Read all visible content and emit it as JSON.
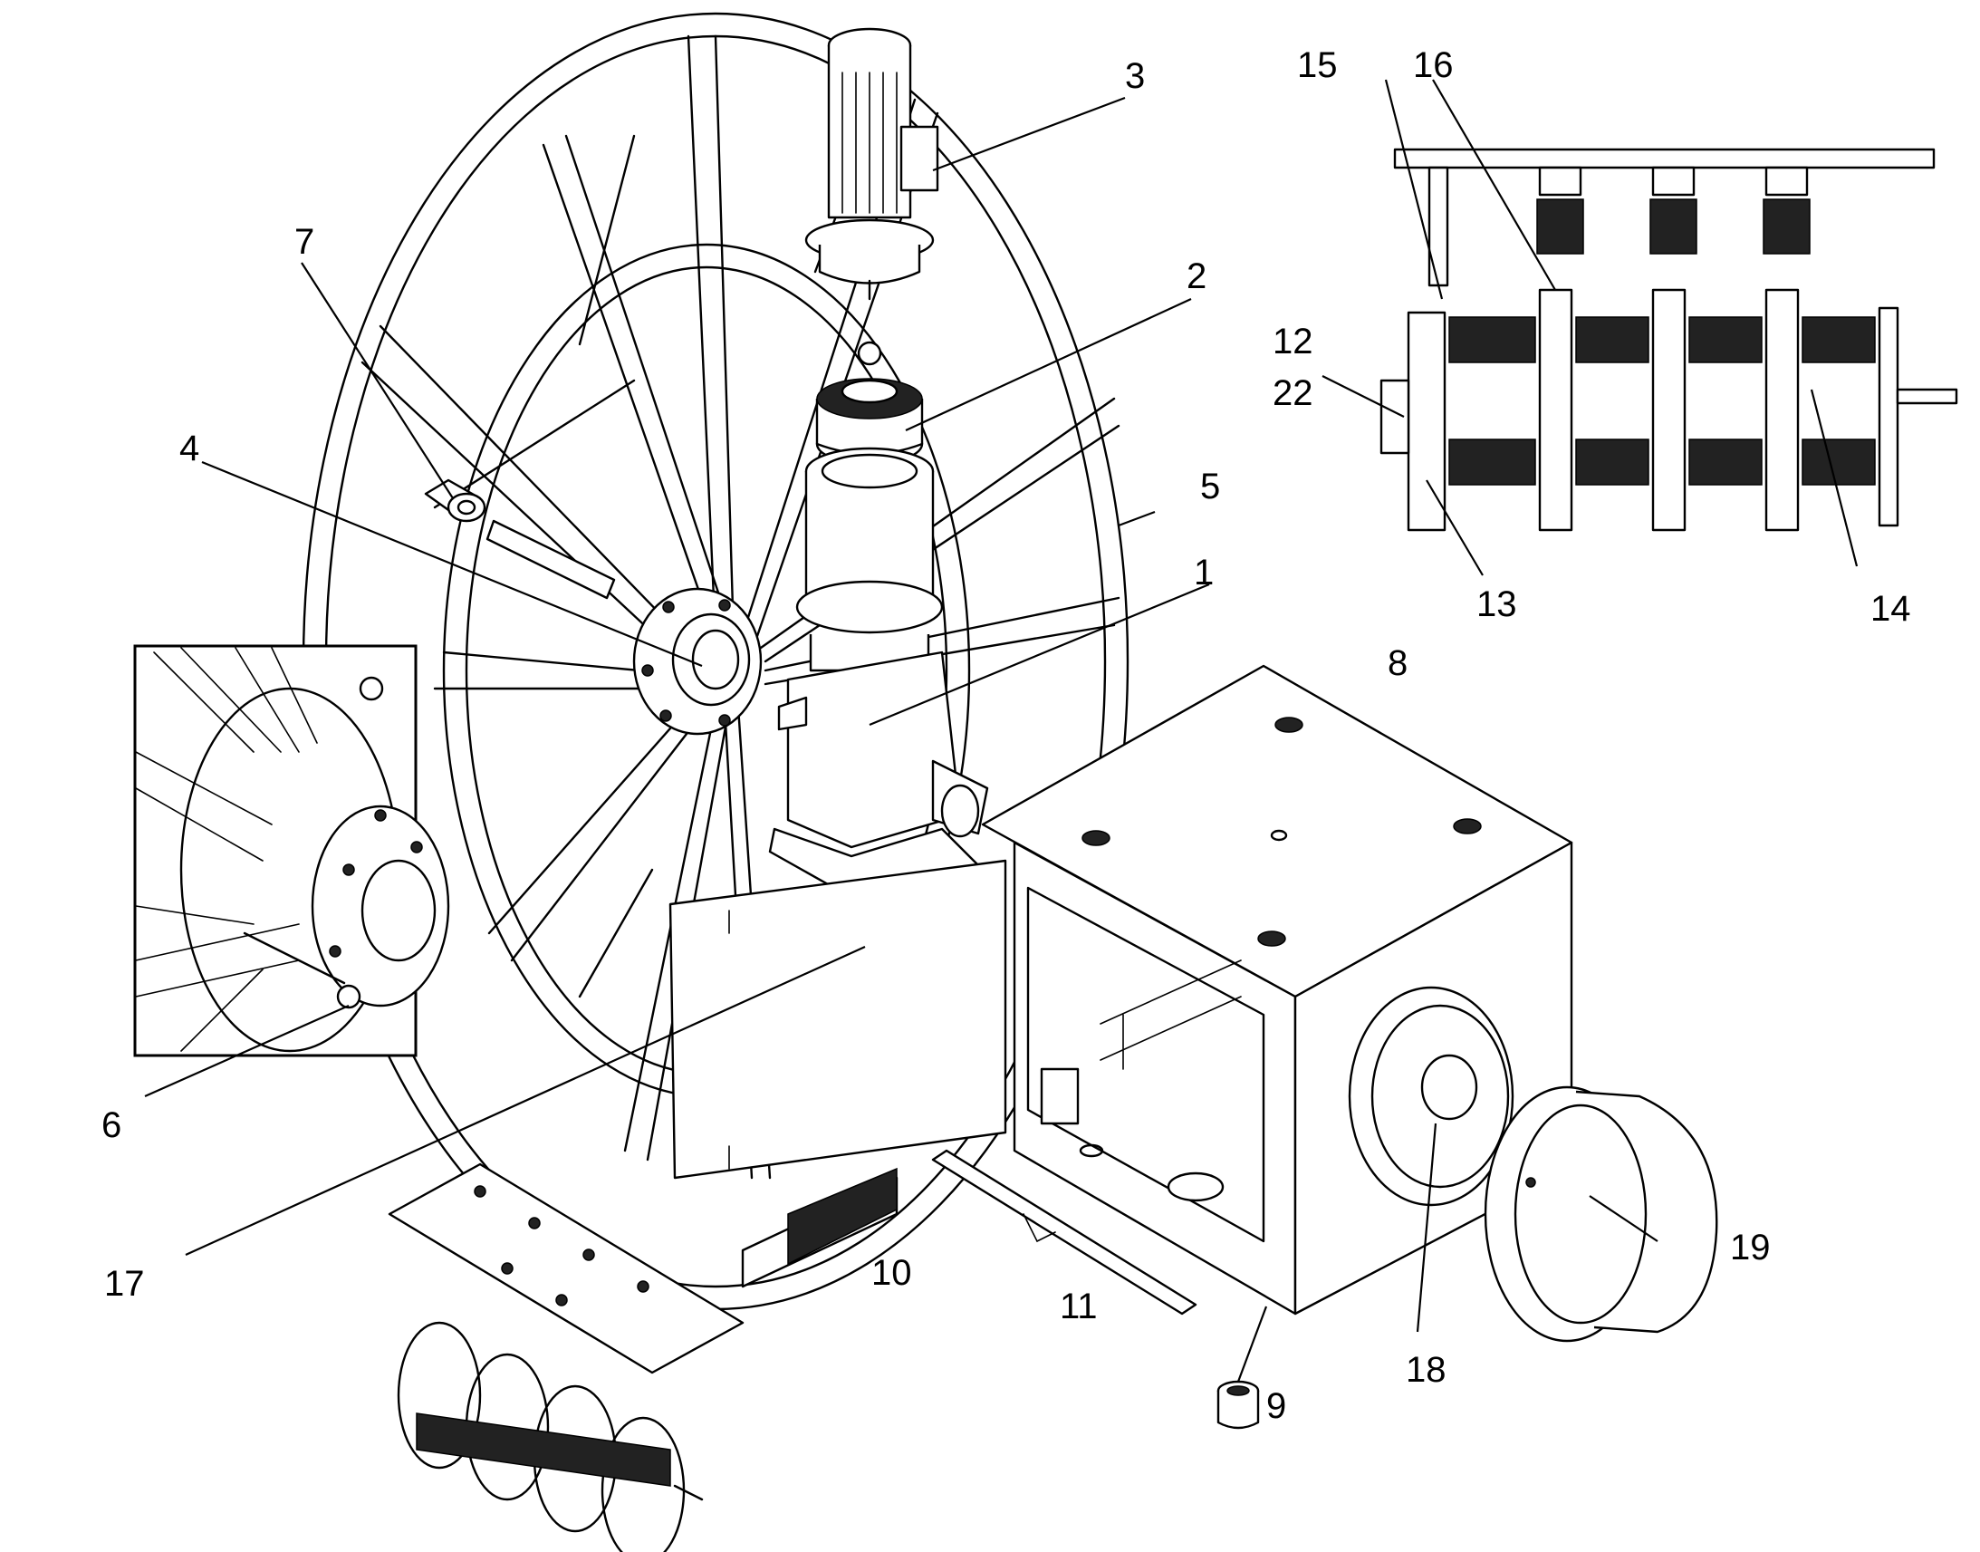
{
  "callouts": [
    {
      "id": "c1",
      "text": "1"
    },
    {
      "id": "c2",
      "text": "2"
    },
    {
      "id": "c3",
      "text": "3"
    },
    {
      "id": "c4",
      "text": "4"
    },
    {
      "id": "c5",
      "text": "5"
    },
    {
      "id": "c6",
      "text": "6"
    },
    {
      "id": "c7",
      "text": "7"
    },
    {
      "id": "c8",
      "text": "8"
    },
    {
      "id": "c9",
      "text": "9"
    },
    {
      "id": "c10",
      "text": "10"
    },
    {
      "id": "c11",
      "text": "11"
    },
    {
      "id": "c12",
      "text": "12"
    },
    {
      "id": "c22",
      "text": "22"
    },
    {
      "id": "c13",
      "text": "13"
    },
    {
      "id": "c14",
      "text": "14"
    },
    {
      "id": "c15",
      "text": "15"
    },
    {
      "id": "c16",
      "text": "16"
    },
    {
      "id": "c17",
      "text": "17"
    },
    {
      "id": "c18",
      "text": "18"
    },
    {
      "id": "c19",
      "text": "19"
    }
  ]
}
